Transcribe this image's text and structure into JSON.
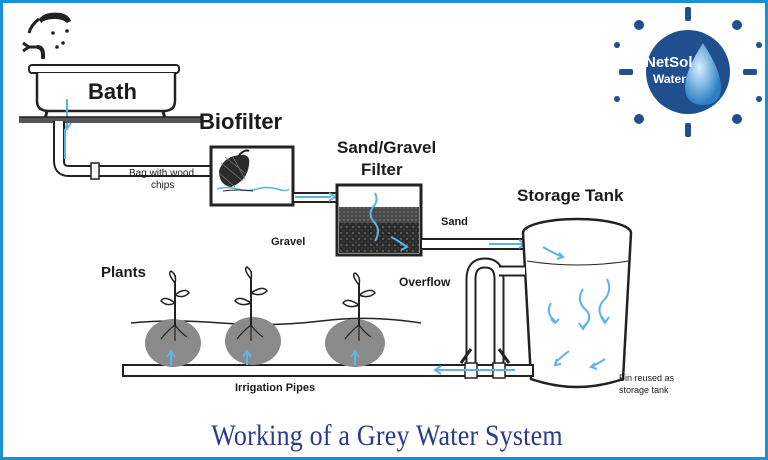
{
  "labels": {
    "bath": "Bath",
    "biofilter": "Biofilter",
    "bag": "Bag with wood\nchips",
    "sand_gravel_line1": "Sand/Gravel",
    "sand_gravel_line2": "Filter",
    "storage_tank": "Storage Tank",
    "sand": "Sand",
    "gravel": "Gravel",
    "overflow": "Overflow",
    "plants": "Plants",
    "irrigation_pipes": "Irrigation Pipes",
    "bin_line1": "Bin reused as",
    "bin_line2": "storage tank"
  },
  "caption": "Working of a Grey Water System",
  "logo": {
    "brand_line1": "NetSol",
    "brand_line2": "Water",
    "sun_color": "#1f4f8f",
    "drop_color": "#7ec3ee"
  },
  "colors": {
    "frame": "#1a8fd6",
    "water_flow": "#5ab4e6",
    "soil": "#8a8a8a",
    "caption": "#2a3a8c"
  }
}
